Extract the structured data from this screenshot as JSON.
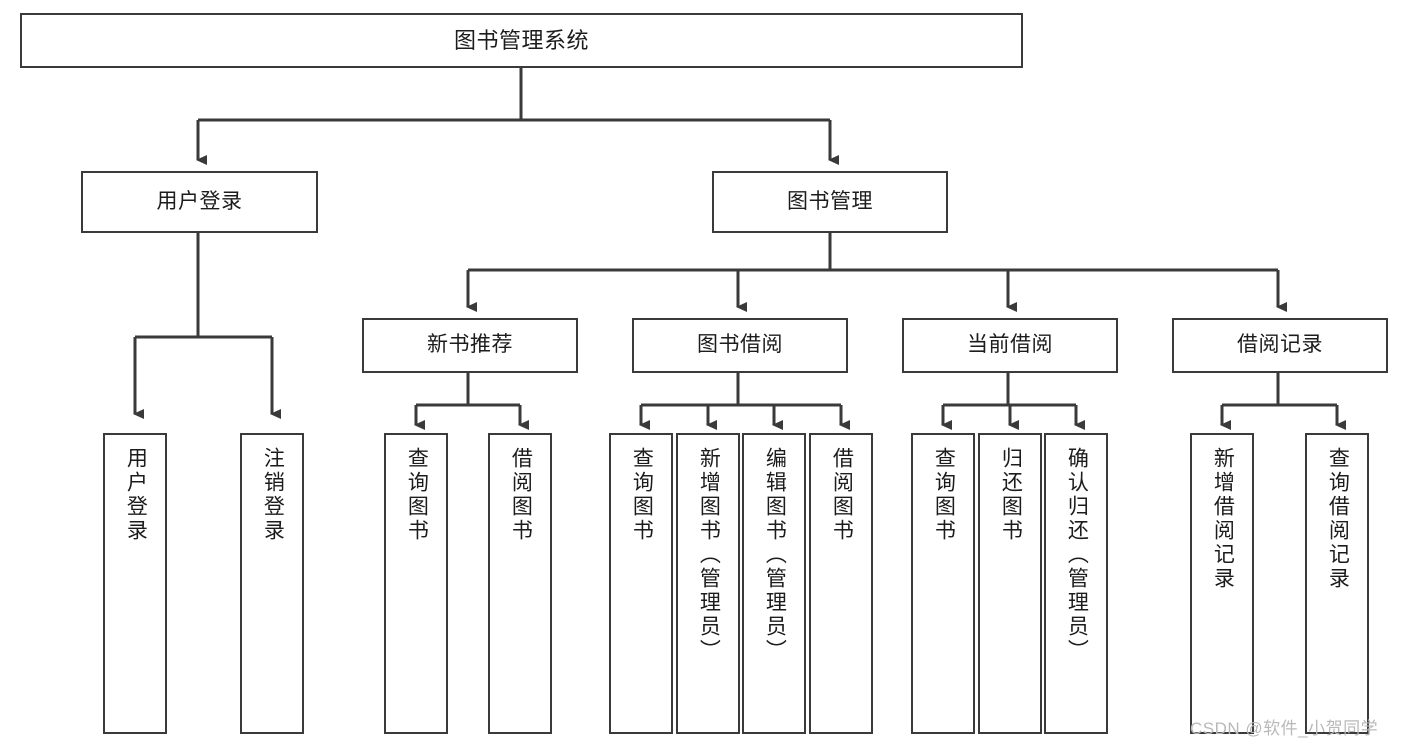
{
  "diagram": {
    "type": "tree-hierarchy",
    "title": "图书管理系统",
    "watermark": "CSDN @软件_小贺同学",
    "colors": {
      "box_border": "#3a3a3a",
      "box_fill": "#ffffff",
      "edge": "#3a3a3a",
      "text": "#1c1c1c",
      "watermark": "#b9b9b9",
      "background": "#ffffff"
    },
    "levels": {
      "level1": "root",
      "level2": "modules",
      "level3": "submodules",
      "level4": "functions"
    },
    "nodes": {
      "root": {
        "label": "图书管理系统"
      },
      "user_login": {
        "label": "用户登录"
      },
      "book_manage": {
        "label": "图书管理"
      },
      "new_book_rec": {
        "label": "新书推荐"
      },
      "book_borrow": {
        "label": "图书借阅"
      },
      "current_borrow": {
        "label": "当前借阅"
      },
      "borrow_record": {
        "label": "借阅记录"
      },
      "leaf_user_login": {
        "label": "用户登录"
      },
      "leaf_user_logout": {
        "label": "注销登录"
      },
      "leaf_query_book_1": {
        "label": "查询图书"
      },
      "leaf_borrow_book_1": {
        "label": "借阅图书"
      },
      "leaf_query_book_2": {
        "label": "查询图书"
      },
      "leaf_add_book": {
        "label": "新增图书（管理员）"
      },
      "leaf_edit_book": {
        "label": "编辑图书（管理员）"
      },
      "leaf_borrow_book_2": {
        "label": "借阅图书"
      },
      "leaf_query_book_3": {
        "label": "查询图书"
      },
      "leaf_return_book": {
        "label": "归还图书"
      },
      "leaf_confirm_return": {
        "label": "确认归还（管理员）"
      },
      "leaf_add_record": {
        "label": "新增借阅记录"
      },
      "leaf_query_record": {
        "label": "查询借阅记录"
      }
    },
    "edges": [
      {
        "from": "root",
        "to": "user_login"
      },
      {
        "from": "root",
        "to": "book_manage"
      },
      {
        "from": "user_login",
        "to": "leaf_user_login"
      },
      {
        "from": "user_login",
        "to": "leaf_user_logout"
      },
      {
        "from": "book_manage",
        "to": "new_book_rec"
      },
      {
        "from": "book_manage",
        "to": "book_borrow"
      },
      {
        "from": "book_manage",
        "to": "current_borrow"
      },
      {
        "from": "book_manage",
        "to": "borrow_record"
      },
      {
        "from": "new_book_rec",
        "to": "leaf_query_book_1"
      },
      {
        "from": "new_book_rec",
        "to": "leaf_borrow_book_1"
      },
      {
        "from": "book_borrow",
        "to": "leaf_query_book_2"
      },
      {
        "from": "book_borrow",
        "to": "leaf_add_book"
      },
      {
        "from": "book_borrow",
        "to": "leaf_edit_book"
      },
      {
        "from": "book_borrow",
        "to": "leaf_borrow_book_2"
      },
      {
        "from": "current_borrow",
        "to": "leaf_query_book_3"
      },
      {
        "from": "current_borrow",
        "to": "leaf_return_book"
      },
      {
        "from": "current_borrow",
        "to": "leaf_confirm_return"
      },
      {
        "from": "borrow_record",
        "to": "leaf_add_record"
      },
      {
        "from": "borrow_record",
        "to": "leaf_query_record"
      }
    ]
  }
}
